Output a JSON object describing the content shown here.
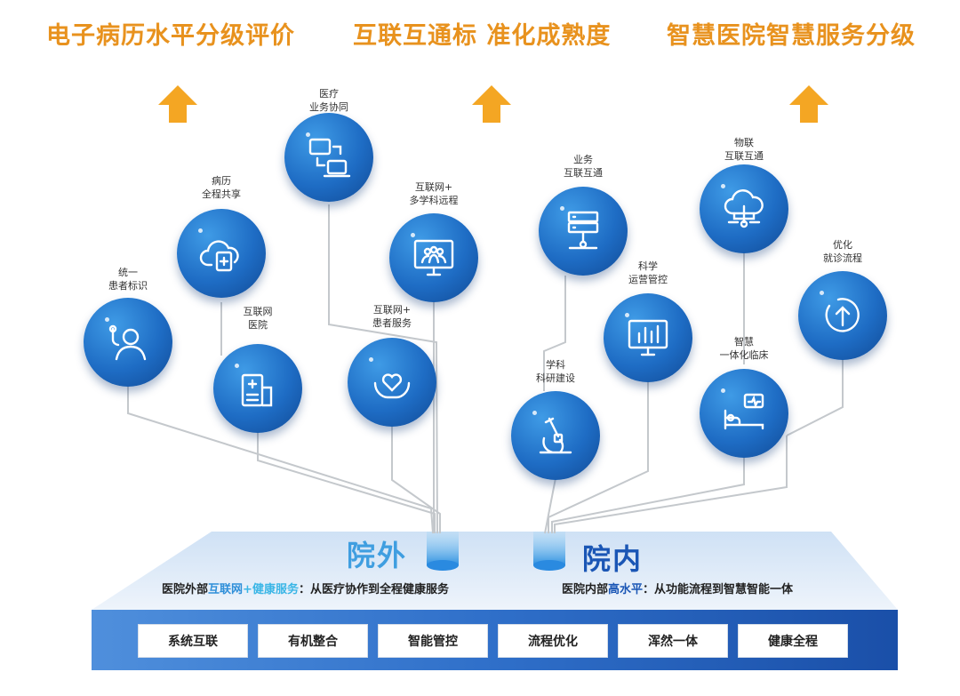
{
  "headers": [
    "电子病历水平分级评价",
    "互联互通标 准化成熟度",
    "智慧医院智慧服务分级"
  ],
  "nodes": [
    {
      "id": "patient-id",
      "label": [
        "统一",
        "患者标识"
      ],
      "icon": "patient-icon"
    },
    {
      "id": "record-share",
      "label": [
        "病历",
        "全程共享"
      ],
      "icon": "cloud-clipboard-icon"
    },
    {
      "id": "medical-collab",
      "label": [
        "医疗",
        "业务协同"
      ],
      "icon": "devices-sync-icon"
    },
    {
      "id": "internet-hospital",
      "label": [
        "互联网",
        "医院"
      ],
      "icon": "hospital-building-icon"
    },
    {
      "id": "internet-patient-service",
      "label": [
        "互联网+",
        "患者服务"
      ],
      "icon": "heart-hands-icon"
    },
    {
      "id": "multi-remote",
      "label": [
        "互联网+",
        "多学科远程"
      ],
      "icon": "group-monitor-icon"
    },
    {
      "id": "business-interop",
      "label": [
        "业务",
        "互联互通"
      ],
      "icon": "server-network-icon"
    },
    {
      "id": "discipline-research",
      "label": [
        "学科",
        "科研建设"
      ],
      "icon": "microscope-icon"
    },
    {
      "id": "operation-control",
      "label": [
        "科学",
        "运营管控"
      ],
      "icon": "bar-chart-monitor-icon"
    },
    {
      "id": "iot-interop",
      "label": [
        "物联",
        "互联互通"
      ],
      "icon": "cloud-network-icon"
    },
    {
      "id": "smart-clinical",
      "label": [
        "智慧",
        "一体化临床"
      ],
      "icon": "hospital-bed-icon"
    },
    {
      "id": "optimize-process",
      "label": [
        "优化",
        "就诊流程"
      ],
      "icon": "circular-arrow-up-icon"
    }
  ],
  "platform": {
    "outside": {
      "title": "院外",
      "sub_prefix": "医院外部",
      "sub_hl1": "互联网",
      "sub_plus": "+",
      "sub_hl2": "健康服务",
      "sub_suffix": "：从医疗协作到全程健康服务"
    },
    "inside": {
      "title": "院内",
      "sub_prefix": "医院内部",
      "sub_hl": "高水平",
      "sub_suffix": "：从功能流程到智慧智能一体"
    }
  },
  "base_boxes": [
    "系统互联",
    "有机整合",
    "智能管控",
    "流程优化",
    "浑然一体",
    "健康全程"
  ],
  "colors": {
    "header": "#e8921e",
    "arrow": "#f4a623",
    "node": "#1e6cc4",
    "platform": "#2f6fc9"
  }
}
